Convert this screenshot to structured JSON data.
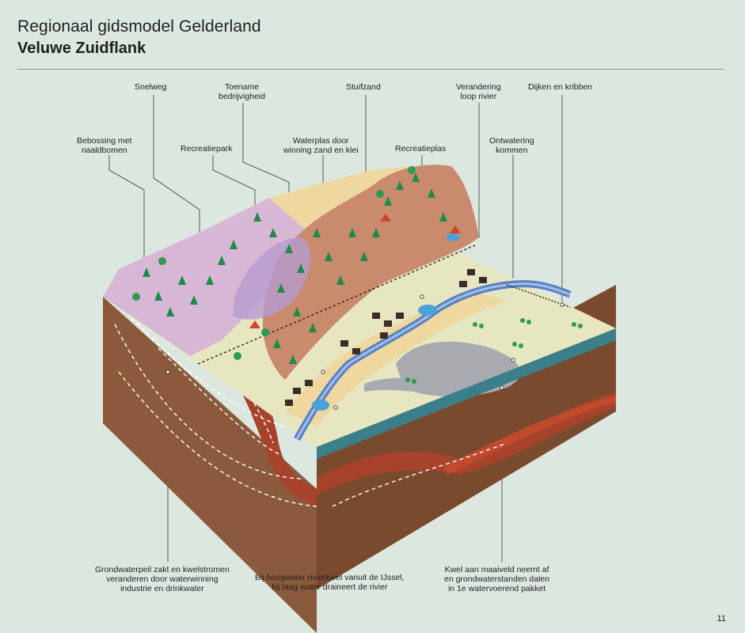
{
  "header": {
    "title": "Regionaal gidsmodel Gelderland",
    "subtitle": "Veluwe Zuidflank"
  },
  "labels": {
    "snelweg": "Snelweg",
    "toename_l1": "Toename",
    "toename_l2": "bedrijvigheid",
    "stuifzand": "Stuifzand",
    "verandering_l1": "Verandering",
    "verandering_l2": "loop rivier",
    "dijken": "Dijken en kribben",
    "bebossing_l1": "Bebossing met",
    "bebossing_l2": "naaldbomen",
    "recreatiepark": "Recreatiepark",
    "waterplas_l1": "Waterplas door",
    "waterplas_l2": "winning zand en klei",
    "recreatieplas": "Recreatieplas",
    "ontwatering_l1": "Ontwatering",
    "ontwatering_l2": "kommen",
    "grondwater_l1": "Grondwaterpeil zakt en kwelstromen",
    "grondwater_l2": "veranderen door waterwinning",
    "grondwater_l3": "industrie en drinkwater",
    "hoogwater_l1": "Bij hoogwater rivierkwel vanuit de IJssel,",
    "hoogwater_l2": "bij laag water draineert de rivier",
    "kwel_l1": "Kwel aan maaiveld neemt af",
    "kwel_l2": "en grondwaterstanden dalen",
    "kwel_l3": "in 1e watervoerend pakket"
  },
  "page_number": "11",
  "colors": {
    "background": "#dce8df",
    "soil_front": "#8b5a3c",
    "soil_side": "#7a4a2e",
    "clay_layer": "#a8432b",
    "hill": "#c98a6e",
    "heath": "#d8b7d6",
    "sand": "#efd7a0",
    "meadow": "#e6e6c0",
    "water": "#4aa3d8",
    "river": "#5b7fc4",
    "tree": "#1f8a4a"
  }
}
